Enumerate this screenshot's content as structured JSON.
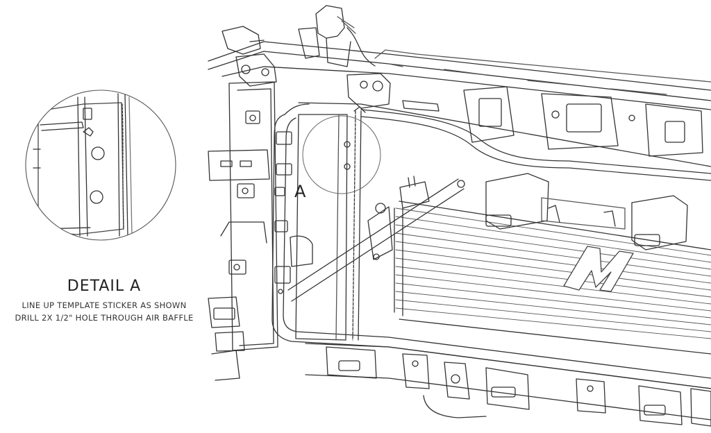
{
  "callout": {
    "label": "A"
  },
  "detail": {
    "title": "DETAIL A",
    "instructions": [
      "LINE UP TEMPLATE STICKER AS SHOWN",
      "DRILL 2X 1/2\" HOLE THROUGH AIR BAFFLE"
    ]
  },
  "logo": {
    "text": "M"
  }
}
